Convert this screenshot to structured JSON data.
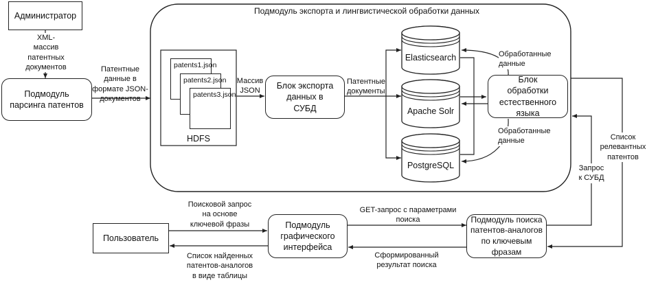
{
  "title": "Подмодуль экспорта и лингвистической обработки данных",
  "nodes": {
    "admin": "Администратор",
    "parser": "Подмодуль парсинга патентов",
    "hdfs": "HDFS",
    "files": [
      "patents1.json",
      "patents2.json",
      "patents3.json"
    ],
    "export_block": "Блок экспорта данных в СУБД",
    "databases": [
      "Elasticsearch",
      "Apache Solr",
      "PostgreSQL"
    ],
    "nlp_block": "Блок обработки естественного языка",
    "user": "Пользователь",
    "gui": "Подмодуль графического интерфейса",
    "search": "Подмодуль поиска патентов-аналогов по ключевым фразам"
  },
  "edges": {
    "admin_to_parser": "XML-\nмассив\nпатентных\nдокументов",
    "parser_to_module": "Патентные\nданные в\nформате JSON-\nдокументов",
    "hdfs_to_export": "Массив\nJSON",
    "export_to_db": "Патентные\nдокументы",
    "nlp_to_elastic": "Обработанные\nданные",
    "nlp_to_postgres": "Обработанные\nданные",
    "user_to_gui": "Поисковой запрос\nна основе\nключевой фразы",
    "gui_to_user": "Список найденных\nпатентов-аналогов\nв виде таблицы",
    "gui_to_search": "GET-запрос с параметрами\nпоиска",
    "search_to_gui": "Сформированный\nрезультат поиска",
    "search_to_module": "Запрос\nк СУБД",
    "module_to_search": "Список\nрелевантных\nпатентов"
  }
}
